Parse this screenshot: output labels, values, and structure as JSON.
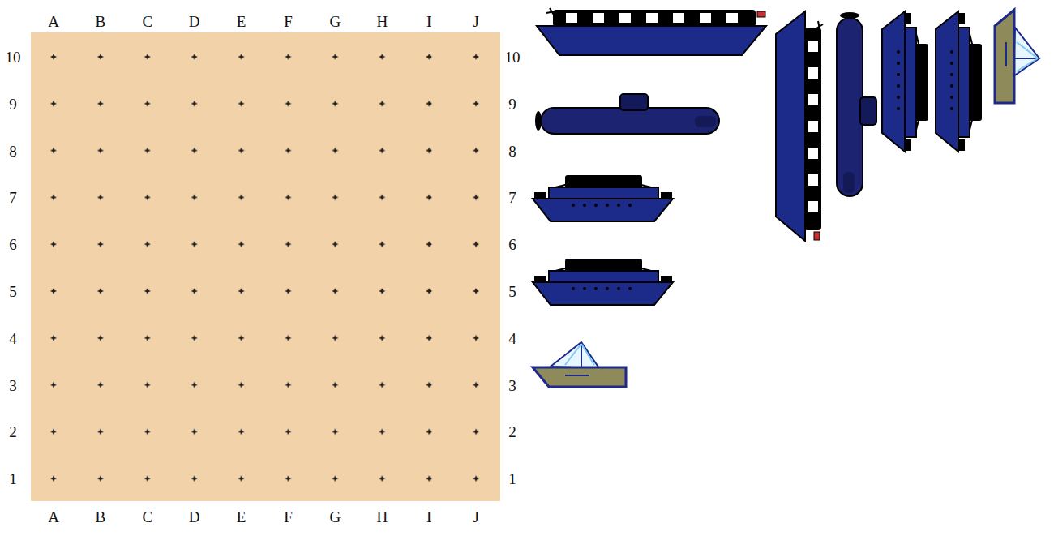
{
  "diagram": {
    "labels": [
      "A",
      "B",
      "C",
      "D",
      "E",
      "F",
      "G",
      "H",
      "I",
      "J",
      "10",
      "9",
      "8",
      "7",
      "6",
      "5",
      "4",
      "3",
      "2",
      "1",
      "10",
      "9",
      "8",
      "7",
      "6",
      "5",
      "4",
      "3",
      "2",
      "1",
      "A",
      "B",
      "C",
      "D",
      "E",
      "F",
      "G",
      "H",
      "I",
      "J"
    ]
  }
}
